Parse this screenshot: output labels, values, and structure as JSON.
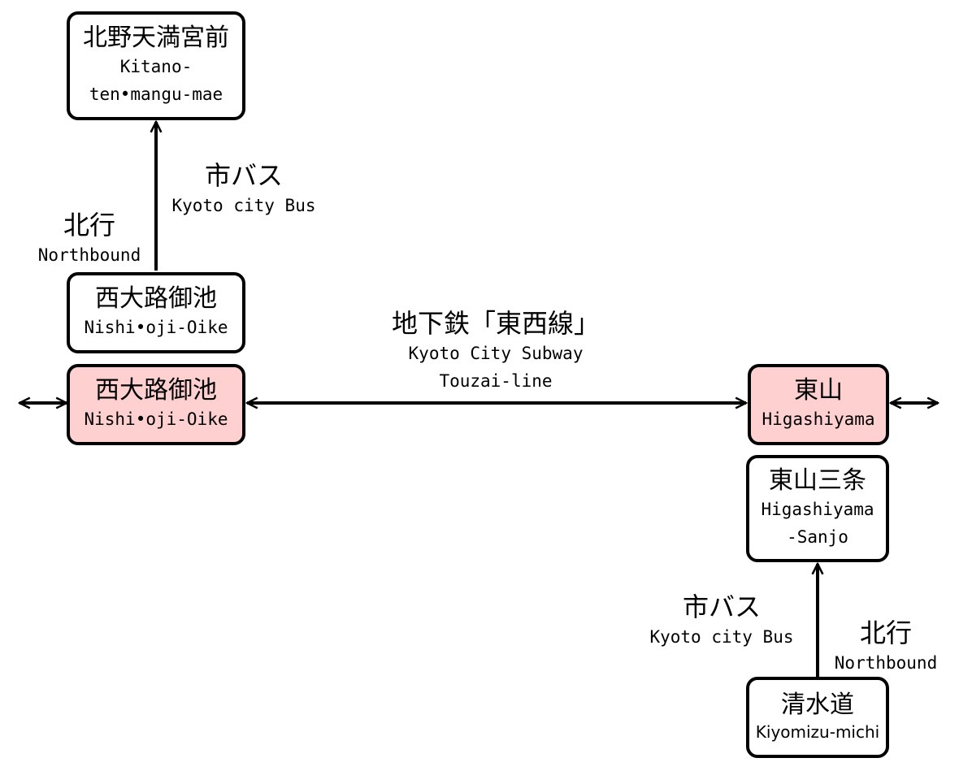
{
  "stations": {
    "kitano": {
      "jp": "北野天満宮前",
      "en1": "Kitano-",
      "en2": "ten•mangu-mae"
    },
    "nishioji_bus": {
      "jp": "西大路御池",
      "en": "Nishi•oji-Oike"
    },
    "nishioji_subway": {
      "jp": "西大路御池",
      "en": "Nishi•oji-Oike"
    },
    "higashiyama": {
      "jp": "東山",
      "en": "Higashiyama"
    },
    "higashiyama_sanjo": {
      "jp": "東山三条",
      "en1": "Higashiyama",
      "en2": "-Sanjo"
    },
    "kiyomizu": {
      "jp": "清水道",
      "en": "Kiyomizu-michi"
    }
  },
  "labels": {
    "bus_top": {
      "jp": "市バス",
      "en": "Kyoto city Bus"
    },
    "north_top": {
      "jp": "北行",
      "en": "Northbound"
    },
    "subway": {
      "jp": "地下鉄「東西線」",
      "en1": "Kyoto City Subway",
      "en2": "Touzai-line"
    },
    "bus_bottom": {
      "jp": "市バス",
      "en": "Kyoto city Bus"
    },
    "north_bottom": {
      "jp": "北行",
      "en": "Northbound"
    }
  },
  "colors": {
    "highlight": "#ffd0d0",
    "line": "#000000"
  }
}
